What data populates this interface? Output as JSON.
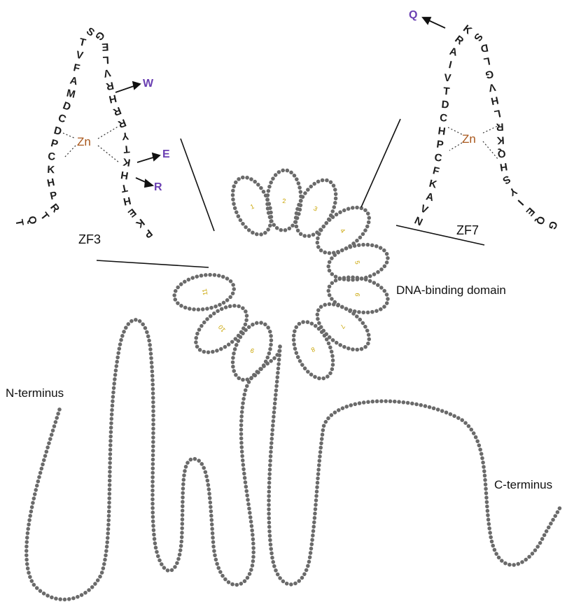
{
  "labels": {
    "zf3": "ZF3",
    "zf7": "ZF7",
    "dna_binding_domain": "DNA-binding domain",
    "n_terminus": "N-terminus",
    "c_terminus": "C-terminus",
    "zn": "Zn"
  },
  "zf3_sequence": [
    "T",
    "Q",
    "T",
    "R",
    "P",
    "H",
    "K",
    "C",
    "P",
    "D",
    "C",
    "D",
    "M",
    "A",
    "F",
    "V",
    "T",
    "S",
    "G",
    "E",
    "L",
    "V",
    "R",
    "H",
    "R",
    "R",
    "Y",
    "T",
    "K",
    "H",
    "T",
    "H",
    "E",
    "K",
    "P"
  ],
  "zf7_sequence": [
    "N",
    "V",
    "A",
    "K",
    "F",
    "C",
    "P",
    "H",
    "C",
    "D",
    "T",
    "V",
    "I",
    "A",
    "R",
    "K",
    "S",
    "D",
    "L",
    "G",
    "V",
    "H",
    "L",
    "R",
    "K",
    "Q",
    "H",
    "S",
    "Y",
    "I",
    "E",
    "Q",
    "G"
  ],
  "zf3_mutations": [
    "W",
    "E",
    "R"
  ],
  "zf7_mutations": [
    "Q"
  ],
  "finger_numbers": [
    "1",
    "2",
    "3",
    "4",
    "5",
    "6",
    "7",
    "8",
    "9",
    "10",
    "11"
  ],
  "colors": {
    "residue_bead": "#6a6a6a",
    "mutation_text": "#6a3fb2",
    "zinc_text": "#a8561a",
    "finger_number": "#c9a400",
    "text": "#111111"
  }
}
